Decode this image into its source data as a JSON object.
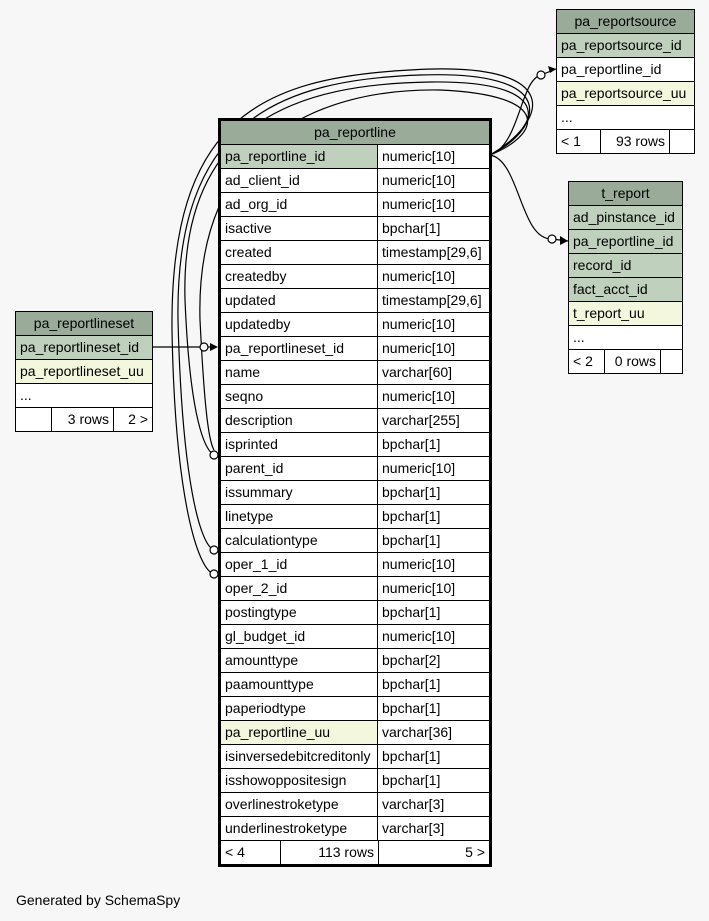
{
  "main_table": {
    "title": "pa_reportline",
    "columns": [
      {
        "name": "pa_reportline_id",
        "type": "numeric[10]",
        "kind": "pk"
      },
      {
        "name": "ad_client_id",
        "type": "numeric[10]",
        "kind": ""
      },
      {
        "name": "ad_org_id",
        "type": "numeric[10]",
        "kind": ""
      },
      {
        "name": "isactive",
        "type": "bpchar[1]",
        "kind": ""
      },
      {
        "name": "created",
        "type": "timestamp[29,6]",
        "kind": ""
      },
      {
        "name": "createdby",
        "type": "numeric[10]",
        "kind": ""
      },
      {
        "name": "updated",
        "type": "timestamp[29,6]",
        "kind": ""
      },
      {
        "name": "updatedby",
        "type": "numeric[10]",
        "kind": ""
      },
      {
        "name": "pa_reportlineset_id",
        "type": "numeric[10]",
        "kind": ""
      },
      {
        "name": "name",
        "type": "varchar[60]",
        "kind": ""
      },
      {
        "name": "seqno",
        "type": "numeric[10]",
        "kind": ""
      },
      {
        "name": "description",
        "type": "varchar[255]",
        "kind": ""
      },
      {
        "name": "isprinted",
        "type": "bpchar[1]",
        "kind": ""
      },
      {
        "name": "parent_id",
        "type": "numeric[10]",
        "kind": ""
      },
      {
        "name": "issummary",
        "type": "bpchar[1]",
        "kind": ""
      },
      {
        "name": "linetype",
        "type": "bpchar[1]",
        "kind": ""
      },
      {
        "name": "calculationtype",
        "type": "bpchar[1]",
        "kind": ""
      },
      {
        "name": "oper_1_id",
        "type": "numeric[10]",
        "kind": ""
      },
      {
        "name": "oper_2_id",
        "type": "numeric[10]",
        "kind": ""
      },
      {
        "name": "postingtype",
        "type": "bpchar[1]",
        "kind": ""
      },
      {
        "name": "gl_budget_id",
        "type": "numeric[10]",
        "kind": ""
      },
      {
        "name": "amounttype",
        "type": "bpchar[2]",
        "kind": ""
      },
      {
        "name": "paamounttype",
        "type": "bpchar[1]",
        "kind": ""
      },
      {
        "name": "paperiodtype",
        "type": "bpchar[1]",
        "kind": ""
      },
      {
        "name": "pa_reportline_uu",
        "type": "varchar[36]",
        "kind": "uq"
      },
      {
        "name": "isinversedebitcreditonly",
        "type": "bpchar[1]",
        "kind": ""
      },
      {
        "name": "isshowoppositesign",
        "type": "bpchar[1]",
        "kind": ""
      },
      {
        "name": "overlinestroketype",
        "type": "varchar[3]",
        "kind": ""
      },
      {
        "name": "underlinestroketype",
        "type": "varchar[3]",
        "kind": ""
      }
    ],
    "footer": {
      "parents": "< 4",
      "rows": "113 rows",
      "children": "5 >"
    }
  },
  "pa_reportlineset": {
    "title": "pa_reportlineset",
    "columns": [
      {
        "name": "pa_reportlineset_id",
        "kind": "pk"
      },
      {
        "name": "pa_reportlineset_uu",
        "kind": "uq"
      },
      {
        "name": "...",
        "kind": ""
      }
    ],
    "footer": {
      "parents": "",
      "rows": "3 rows",
      "children": "2 >"
    }
  },
  "pa_reportsource": {
    "title": "pa_reportsource",
    "columns": [
      {
        "name": "pa_reportsource_id",
        "kind": "pk"
      },
      {
        "name": "pa_reportline_id",
        "kind": ""
      },
      {
        "name": "pa_reportsource_uu",
        "kind": "uq"
      },
      {
        "name": "...",
        "kind": ""
      }
    ],
    "footer": {
      "parents": "< 1",
      "rows": "93 rows",
      "children": ""
    }
  },
  "t_report": {
    "title": "t_report",
    "columns": [
      {
        "name": "ad_pinstance_id",
        "kind": "pk"
      },
      {
        "name": "pa_reportline_id",
        "kind": "pk"
      },
      {
        "name": "record_id",
        "kind": "pk"
      },
      {
        "name": "fact_acct_id",
        "kind": "pk"
      },
      {
        "name": "t_report_uu",
        "kind": "uq"
      },
      {
        "name": "...",
        "kind": ""
      }
    ],
    "footer": {
      "parents": "< 2",
      "rows": "0 rows",
      "children": ""
    }
  },
  "generated_by": "Generated by SchemaSpy"
}
